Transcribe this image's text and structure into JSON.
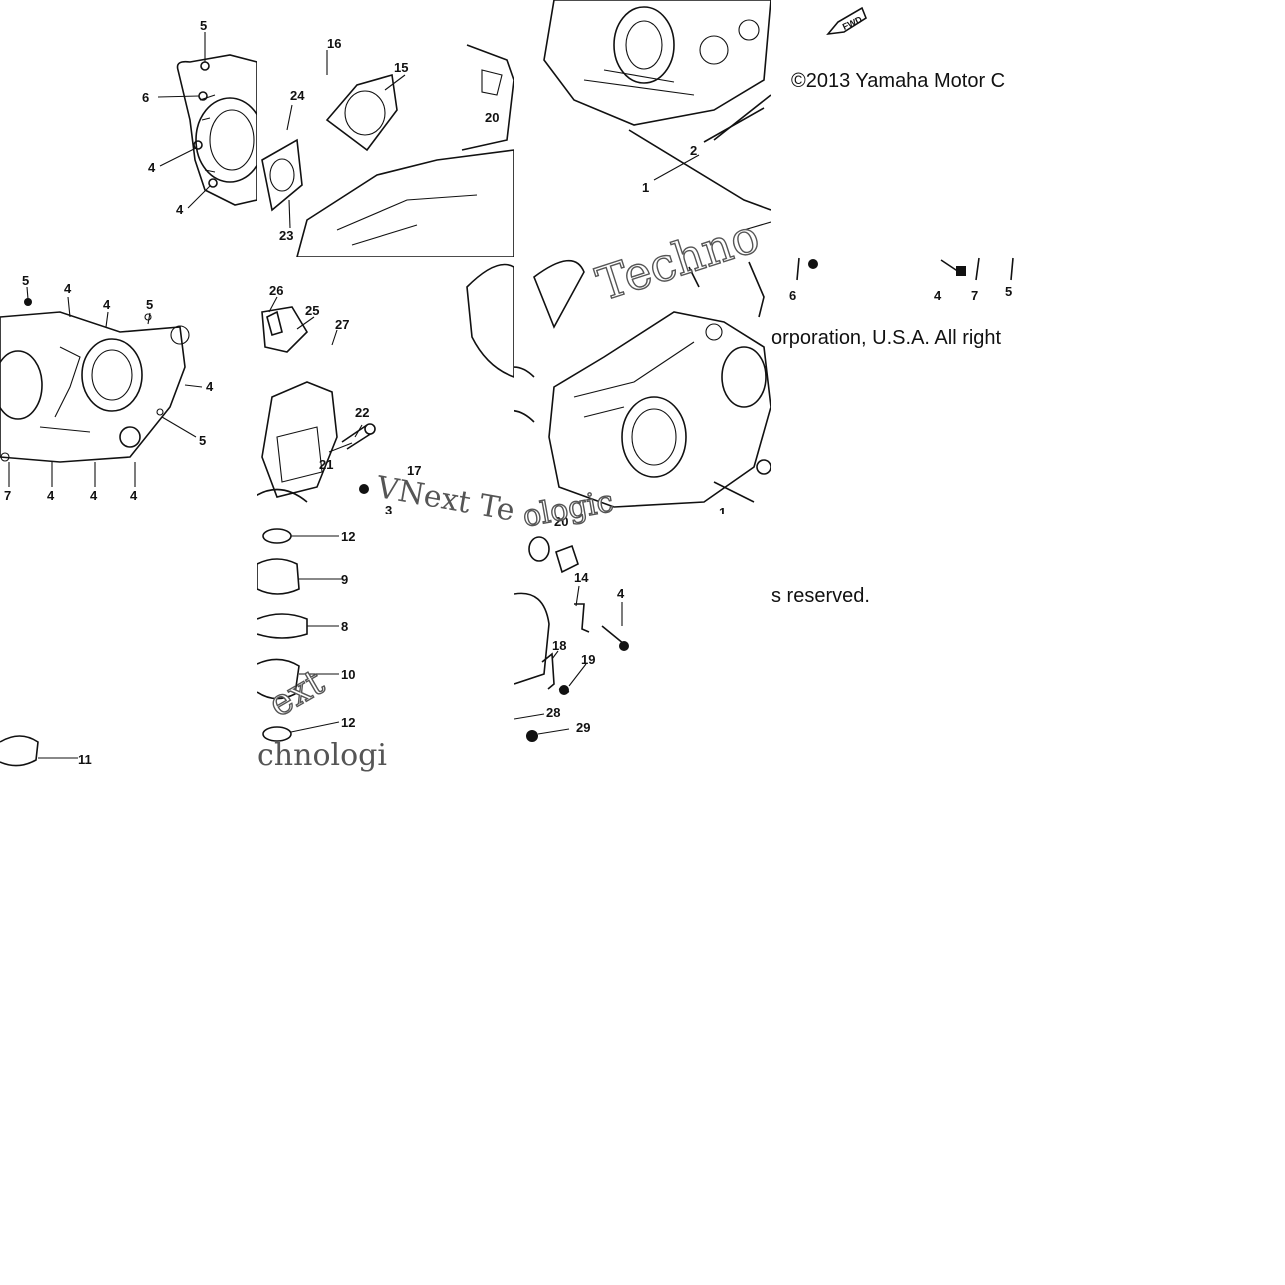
{
  "copyright": {
    "line1": "©2013 Yamaha Motor C",
    "line2": "orporation, U.S.A. All right",
    "line3": "s reserved."
  },
  "watermark": {
    "text1": "Techno",
    "text2": "VNext Te",
    "text3": "chnologi",
    "text4": "ologic",
    "text5": "ext"
  },
  "fwd_label": "FWD",
  "callouts": {
    "t1": [
      "5",
      "6",
      "4",
      "4"
    ],
    "t2": [
      "16",
      "15",
      "24",
      "23",
      "20"
    ],
    "t3": [
      "2",
      "1"
    ],
    "t4": [
      "5",
      "4",
      "4",
      "5",
      "4",
      "5",
      "7",
      "4",
      "4",
      "4"
    ],
    "t5": [
      "26",
      "25",
      "27",
      "22",
      "21",
      "17",
      "3"
    ],
    "t6": [
      "6",
      "4",
      "7",
      "5",
      "1",
      "20"
    ],
    "t7": [
      "12",
      "9",
      "8",
      "10",
      "12"
    ],
    "t8": [
      "14",
      "4",
      "18",
      "19",
      "28",
      "29"
    ],
    "t9": [
      "11"
    ]
  },
  "colors": {
    "line": "#111111",
    "background": "#ffffff",
    "watermark_outline": "#555555"
  }
}
